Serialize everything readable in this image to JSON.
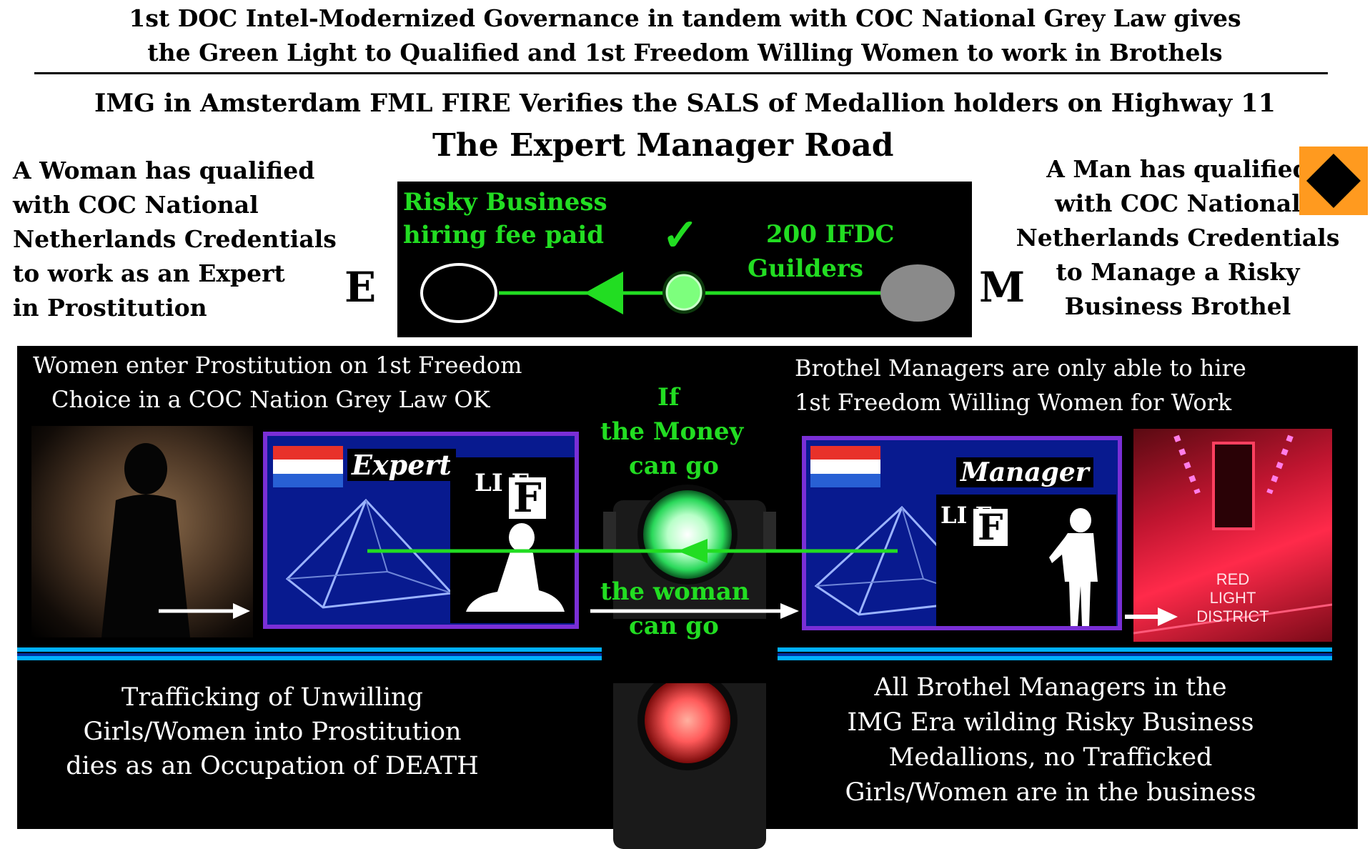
{
  "header": {
    "line1": "1st DOC Intel-Modernized Governance in tandem with COC National Grey Law gives",
    "line2": "the Green Light to Qualified and 1st Freedom Willing Women to work in Brothels",
    "line3": "IMG in Amsterdam FML FIRE Verifies the SALS of Medallion holders on Highway 11",
    "road_title": "The Expert Manager Road"
  },
  "left_text": "A Woman has qualified\nwith COC National\nNetherlands Credentials\nto work as an Expert\nin Prostitution",
  "right_text": "A Man has qualified\nwith COC National\nNetherlands Credentials\nto Manage a Risky\nBusiness Brothel",
  "letter_e": "E",
  "letter_m": "M",
  "road_panel": {
    "fee_line1": "Risky Business",
    "fee_line2": "hiring fee paid",
    "check": "✓",
    "amount_line1": "200 IFDC",
    "amount_line2": "Guilders"
  },
  "bottom": {
    "women_line1": "Women enter Prostitution on 1st Freedom",
    "women_line2": "Choice in a COC Nation Grey Law OK",
    "managers_line1": "Brothel Managers are only able to hire",
    "managers_line2": "1st Freedom Willing Women for Work",
    "light_top_1": "If",
    "light_top_2": "the Money",
    "light_top_3": "can go",
    "light_bottom_1": "the woman",
    "light_bottom_2": "can go",
    "expert_script": "Expert",
    "manager_script": "Manager",
    "life_label": "LI  E",
    "life_f": "F",
    "red_sign_1": "RED",
    "red_sign_2": "LIGHT",
    "red_sign_3": "DISTRICT",
    "trafficking_line1": "Trafficking of Unwilling",
    "trafficking_line2": "Girls/Women into Prostitution",
    "trafficking_line3": "dies as an Occupation of DEATH",
    "medallion_line1": "All Brothel Managers in the",
    "medallion_line2": "IMG Era wilding Risky Business",
    "medallion_line3": "Medallions, no Trafficked",
    "medallion_line4": "Girls/Women are in the business"
  },
  "colors": {
    "green": "#22dd22",
    "flag_blue_bg": "#081a8f",
    "frame_purple": "#7a2fd6",
    "highway_blue": "#00b0ff",
    "orange_sign": "#ff9a1f"
  }
}
